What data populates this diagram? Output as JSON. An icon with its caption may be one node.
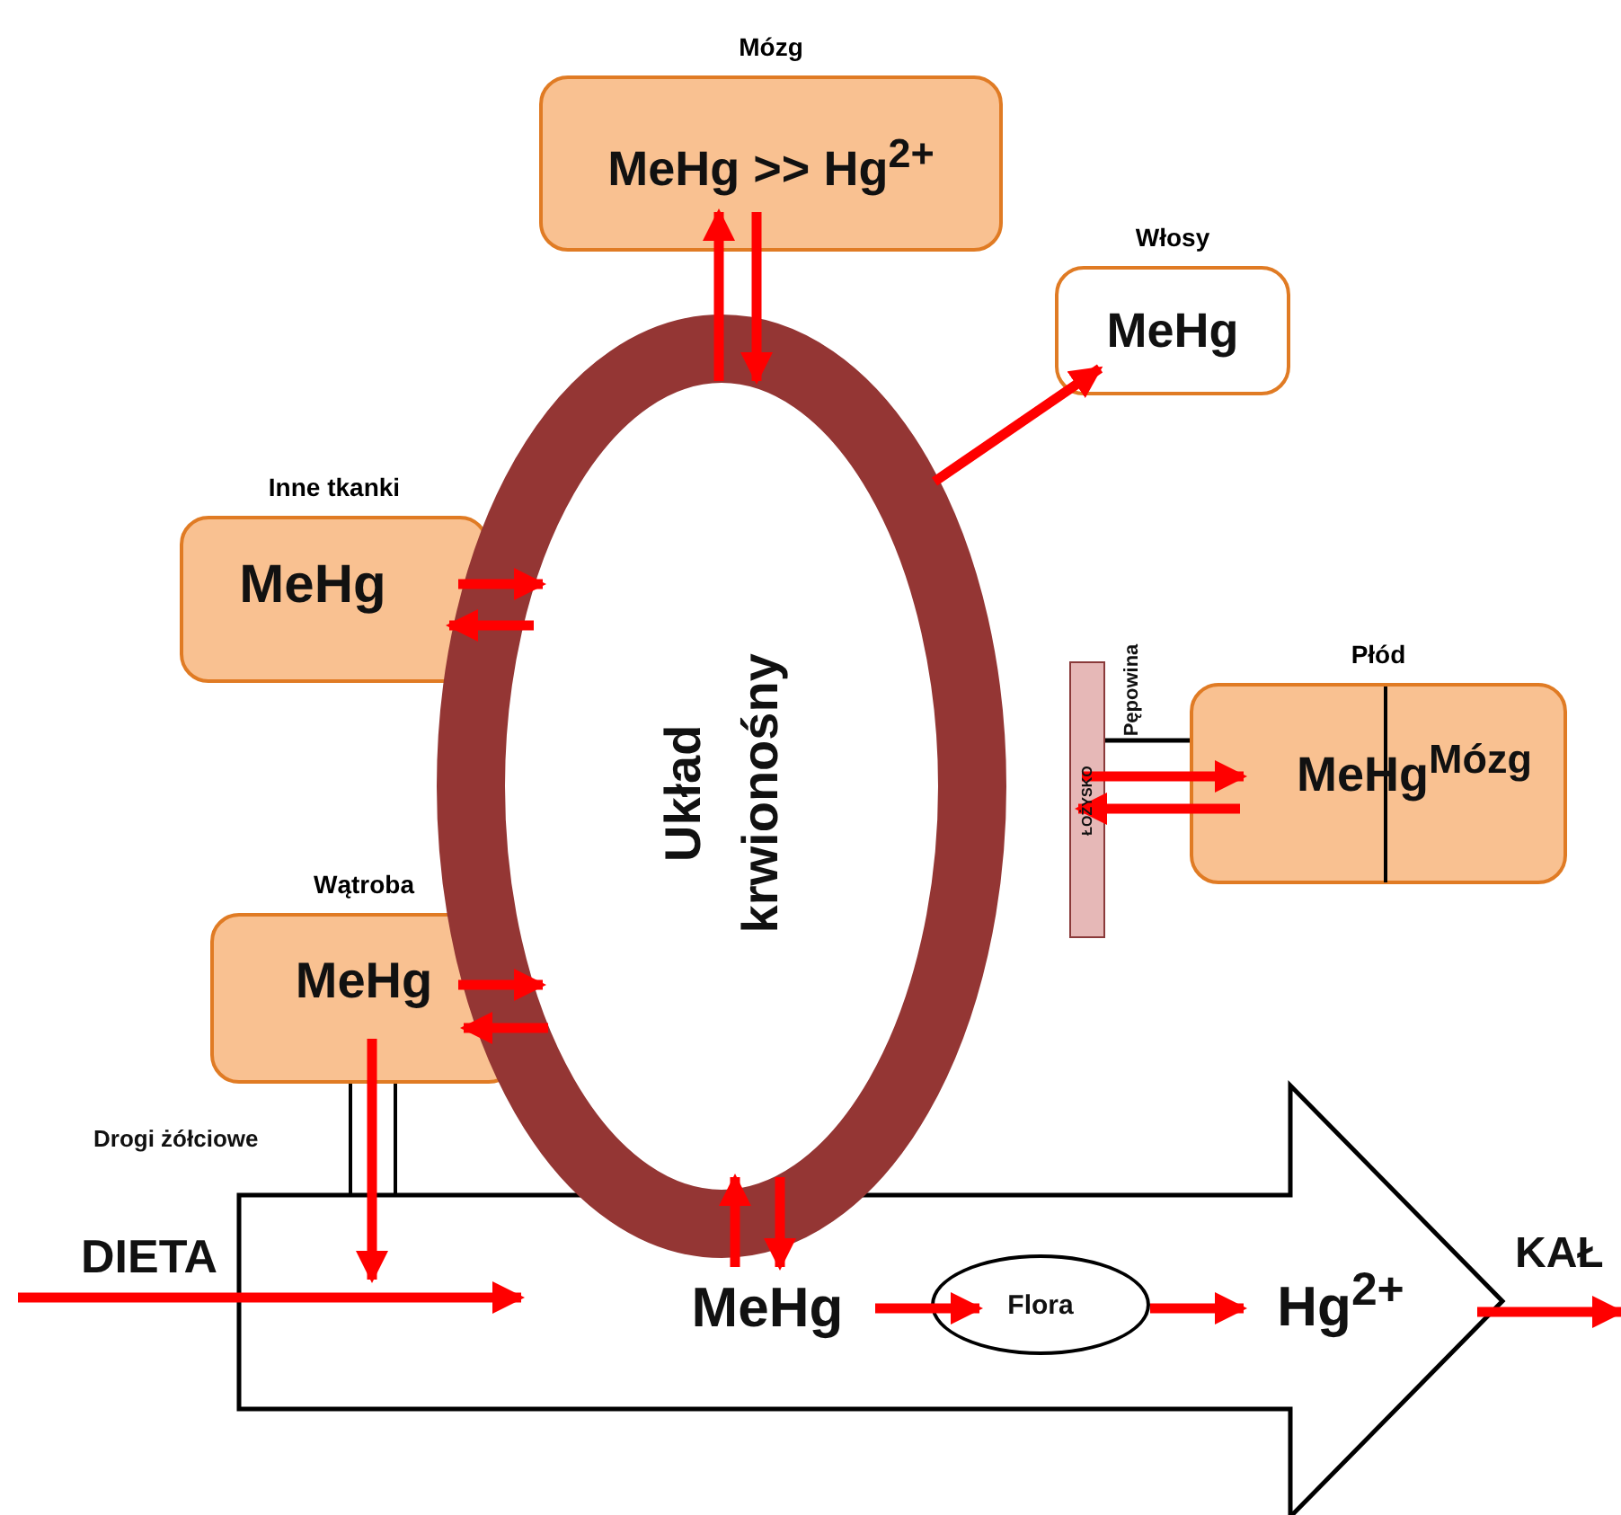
{
  "diagram": {
    "nodes": [
      {
        "text": [
          "Mózg",
          "MeHg >> Hg$^{2+}$"
        ]
      },
      {
        "text": [
          "Włosy",
          "MeHg"
        ]
      },
      {
        "text": [
          "Inne tkanki",
          "MeHg"
        ]
      },
      {
        "text": [
          "Układ krwionośny"
        ]
      },
      {
        "text": [
          "ŁOŻYSKO"
        ]
      },
      {
        "text": [
          "Płód",
          "MeHg$^{Mózg}$"
        ]
      },
      {
        "text": [
          "Wątroba",
          "MeHg"
        ]
      },
      {
        "text": [],
        "shape": "arrow"
      },
      {
        "text": [
          "MeHg"
        ],
        "in": 7
      },
      {
        "text": [
          "Flora"
        ],
        "in": 7
      },
      {
        "text": [
          "Hg$^{2+}$"
        ],
        "in": 7
      }
    ],
    "edges": [
      {
        "from": 3,
        "to": 0,
        "arrow": "to"
      },
      {
        "from": 0,
        "to": 3,
        "arrow": "to"
      },
      {
        "from": 3,
        "to": 1,
        "arrow": "to"
      },
      {
        "from": 2,
        "to": 3,
        "arrow": "to"
      },
      {
        "from": 3,
        "to": 2,
        "arrow": "to"
      },
      {
        "from": 6,
        "to": 3,
        "arrow": "to"
      },
      {
        "from": 3,
        "to": 6,
        "arrow": "to"
      },
      {
        "from": 4,
        "to": 5,
        "arrow": "to"
      },
      {
        "from": 5,
        "to": 4,
        "arrow": "to"
      },
      {
        "from": 4,
        "to": 5,
        "arrow": "none",
        "color": "#000000"
      },
      {
        "from": 6,
        "to": 7,
        "arrow": "to"
      },
      {
        "from": null,
        "to": 8,
        "arrow": "to"
      },
      {
        "from": 8,
        "to": 3,
        "arrow": "to"
      },
      {
        "from": 3,
        "to": 8,
        "arrow": "to"
      },
      {
        "from": 8,
        "to": 9,
        "arrow": "to"
      },
      {
        "from": 9,
        "to": 10,
        "arrow": "to"
      },
      {
        "from": 7,
        "to": null,
        "arrow": "to"
      }
    ],
    "labels": [
      "Pępowina",
      "Drogi żółciowe",
      "DIETA",
      "KAŁ"
    ]
  }
}
